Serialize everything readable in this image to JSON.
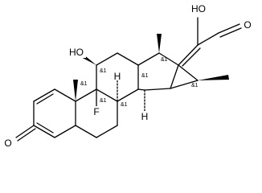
{
  "molecule": {
    "atom_labels": {
      "oh_top": "HO",
      "o_aldehyde": "O",
      "ho_left": "HO",
      "fluorine": "F",
      "o_ketone": "O",
      "h_upper": "H",
      "h_lower": "H"
    },
    "stereo_label": "&1"
  }
}
